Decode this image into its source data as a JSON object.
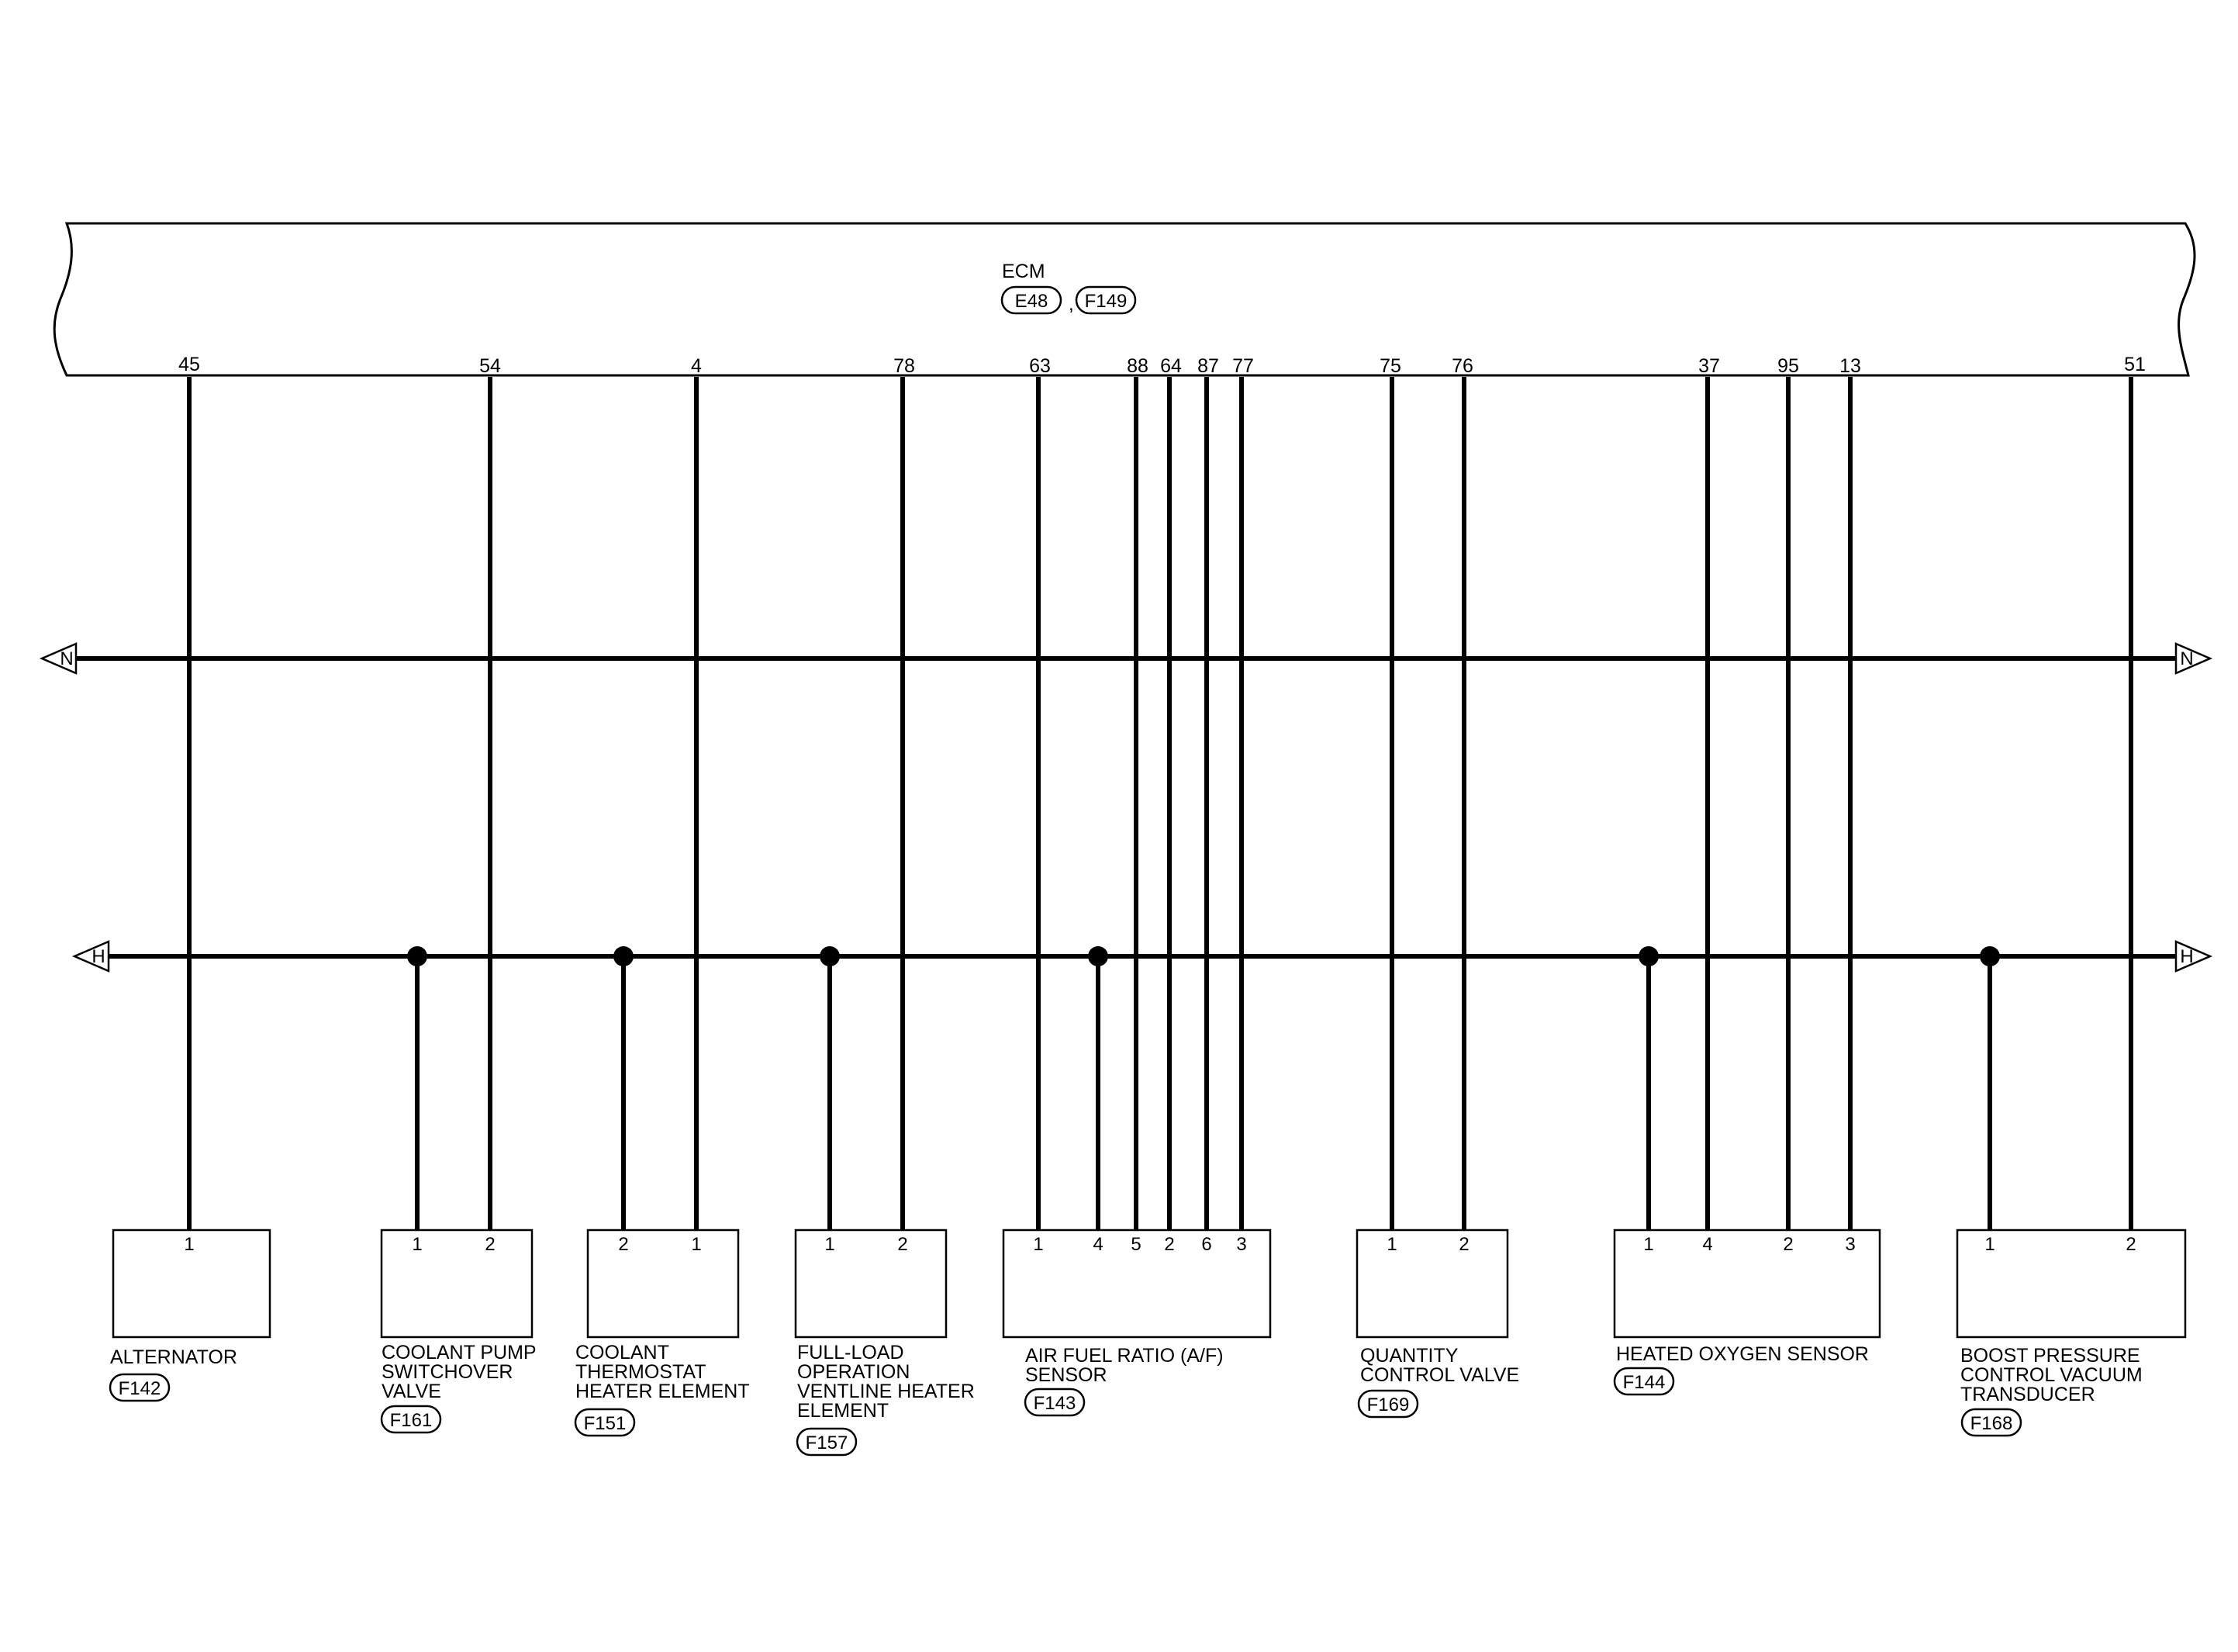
{
  "ecm": {
    "title": "ECM",
    "connectors": [
      "E48",
      "F149"
    ],
    "separator": ",",
    "pins": [
      "45",
      "54",
      "4",
      "78",
      "63",
      "88",
      "64",
      "87",
      "77",
      "75",
      "76",
      "37",
      "95",
      "13",
      "51"
    ]
  },
  "buses": [
    {
      "label": "N"
    },
    {
      "label": "H"
    }
  ],
  "components": [
    {
      "name_lines": [
        "ALTERNATOR"
      ],
      "connector": "F142",
      "pins": [
        "1"
      ]
    },
    {
      "name_lines": [
        "COOLANT PUMP",
        "SWITCHOVER",
        "VALVE"
      ],
      "connector": "F161",
      "pins": [
        "1",
        "2"
      ]
    },
    {
      "name_lines": [
        "COOLANT",
        "THERMOSTAT",
        "HEATER ELEMENT"
      ],
      "connector": "F151",
      "pins": [
        "2",
        "1"
      ]
    },
    {
      "name_lines": [
        "FULL-LOAD",
        "OPERATION",
        "VENTLINE HEATER",
        "ELEMENT"
      ],
      "connector": "F157",
      "pins": [
        "1",
        "2"
      ]
    },
    {
      "name_lines": [
        "AIR FUEL RATIO (A/F)",
        "SENSOR"
      ],
      "connector": "F143",
      "pins": [
        "1",
        "4",
        "5",
        "2",
        "6",
        "3"
      ]
    },
    {
      "name_lines": [
        "QUANTITY",
        "CONTROL VALVE"
      ],
      "connector": "F169",
      "pins": [
        "1",
        "2"
      ]
    },
    {
      "name_lines": [
        "HEATED OXYGEN SENSOR"
      ],
      "connector": "F144",
      "pins": [
        "1",
        "4",
        "2",
        "3"
      ]
    },
    {
      "name_lines": [
        "BOOST PRESSURE",
        "CONTROL VACUUM",
        "TRANSDUCER"
      ],
      "connector": "F168",
      "pins": [
        "1",
        "2"
      ]
    }
  ]
}
